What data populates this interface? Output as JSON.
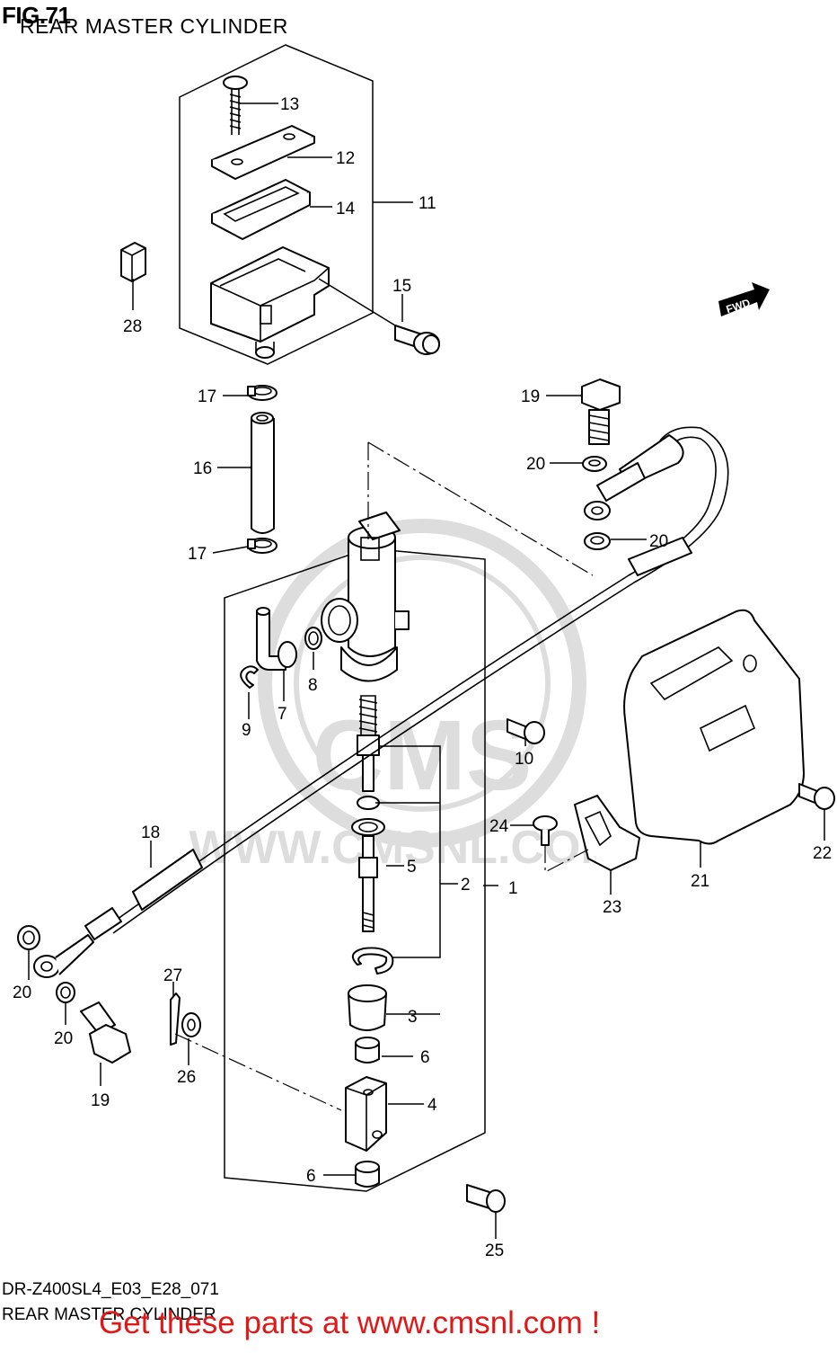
{
  "header": {
    "fig_label": "FIG.71",
    "subtitle": "REAR MASTER CYLINDER"
  },
  "footer": {
    "model_code": "DR-Z400SL4_E03_E28_071",
    "caption": "REAR MASTER CYLINDER",
    "promo": "Get these parts at www.cmsnl.com !"
  },
  "watermark": {
    "text": "WWW.CMSNL.COM",
    "logo_text": "CMS"
  },
  "fwd_badge": "FWD",
  "callouts": [
    {
      "id": "c1",
      "label": "1"
    },
    {
      "id": "c2",
      "label": "2"
    },
    {
      "id": "c3",
      "label": "3"
    },
    {
      "id": "c4",
      "label": "4"
    },
    {
      "id": "c5",
      "label": "5"
    },
    {
      "id": "c6a",
      "label": "6"
    },
    {
      "id": "c6b",
      "label": "6"
    },
    {
      "id": "c7",
      "label": "7"
    },
    {
      "id": "c8",
      "label": "8"
    },
    {
      "id": "c9",
      "label": "9"
    },
    {
      "id": "c10",
      "label": "10"
    },
    {
      "id": "c11",
      "label": "11"
    },
    {
      "id": "c12",
      "label": "12"
    },
    {
      "id": "c13",
      "label": "13"
    },
    {
      "id": "c14",
      "label": "14"
    },
    {
      "id": "c15",
      "label": "15"
    },
    {
      "id": "c16",
      "label": "16"
    },
    {
      "id": "c17a",
      "label": "17"
    },
    {
      "id": "c17b",
      "label": "17"
    },
    {
      "id": "c18",
      "label": "18"
    },
    {
      "id": "c19a",
      "label": "19"
    },
    {
      "id": "c19b",
      "label": "19"
    },
    {
      "id": "c20a",
      "label": "20"
    },
    {
      "id": "c20b",
      "label": "20"
    },
    {
      "id": "c20c",
      "label": "20"
    },
    {
      "id": "c20d",
      "label": "20"
    },
    {
      "id": "c21",
      "label": "21"
    },
    {
      "id": "c22",
      "label": "22"
    },
    {
      "id": "c23",
      "label": "23"
    },
    {
      "id": "c24",
      "label": "24"
    },
    {
      "id": "c25",
      "label": "25"
    },
    {
      "id": "c26",
      "label": "26"
    },
    {
      "id": "c27",
      "label": "27"
    },
    {
      "id": "c28",
      "label": "28"
    }
  ]
}
